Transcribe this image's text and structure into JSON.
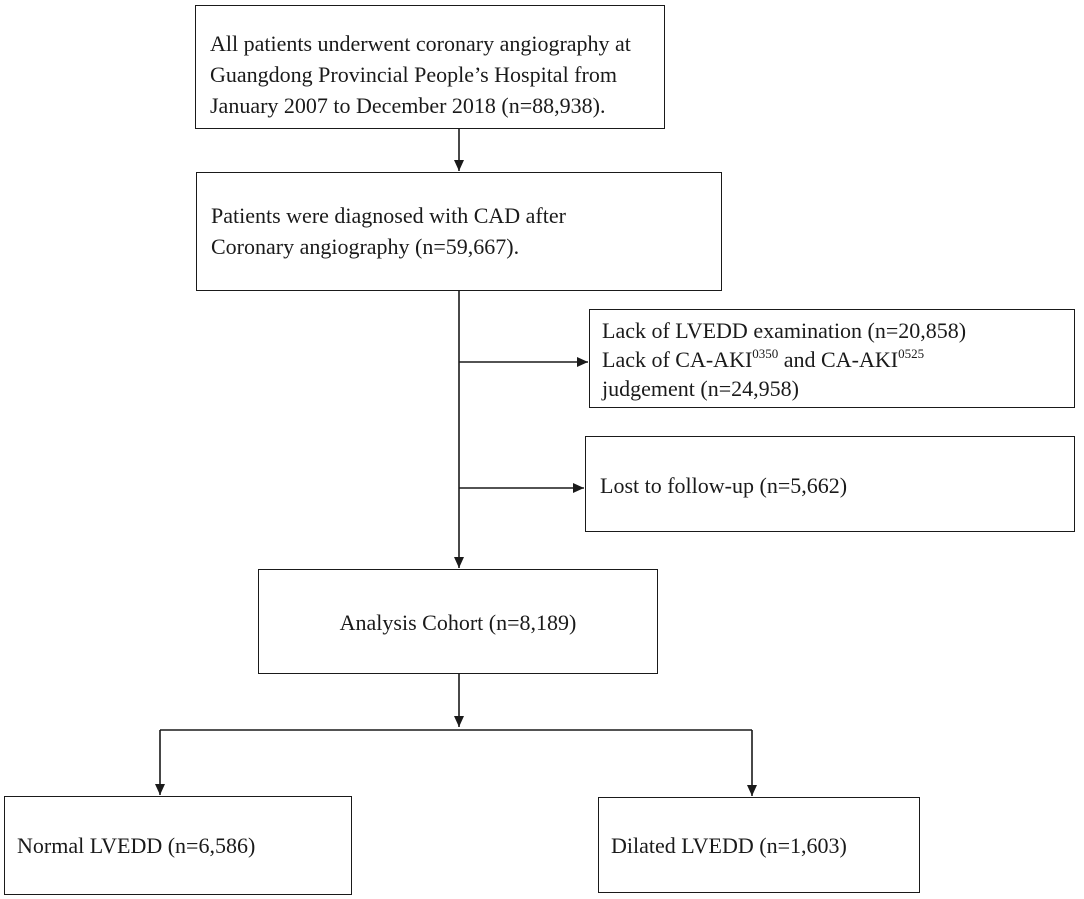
{
  "boxes": {
    "all_patients": {
      "lines": [
        "All patients underwent coronary angiography at",
        "Guangdong Provincial People’s Hospital from",
        "January 2007 to December 2018 (n=88,938)."
      ]
    },
    "cad": {
      "lines": [
        "Patients were diagnosed with CAD after",
        "Coronary angiography (n=59,667)."
      ]
    },
    "exclusion_1": {
      "line1": "Lack of LVEDD examination  (n=20,858)",
      "line2_a": "Lack of CA-AKI",
      "line2_sup1": "0350",
      "line2_b": " and CA-AKI",
      "line2_sup2": "0525",
      "line3": "judgement  (n=24,958)"
    },
    "exclusion_2": {
      "text": "Lost to follow-up (n=5,662)"
    },
    "cohort": {
      "text": "Analysis  Cohort (n=8,189)"
    },
    "normal": {
      "text": "Normal LVEDD (n=6,586)"
    },
    "dilated": {
      "text": "Dilated  LVEDD (n=1,603)"
    }
  }
}
